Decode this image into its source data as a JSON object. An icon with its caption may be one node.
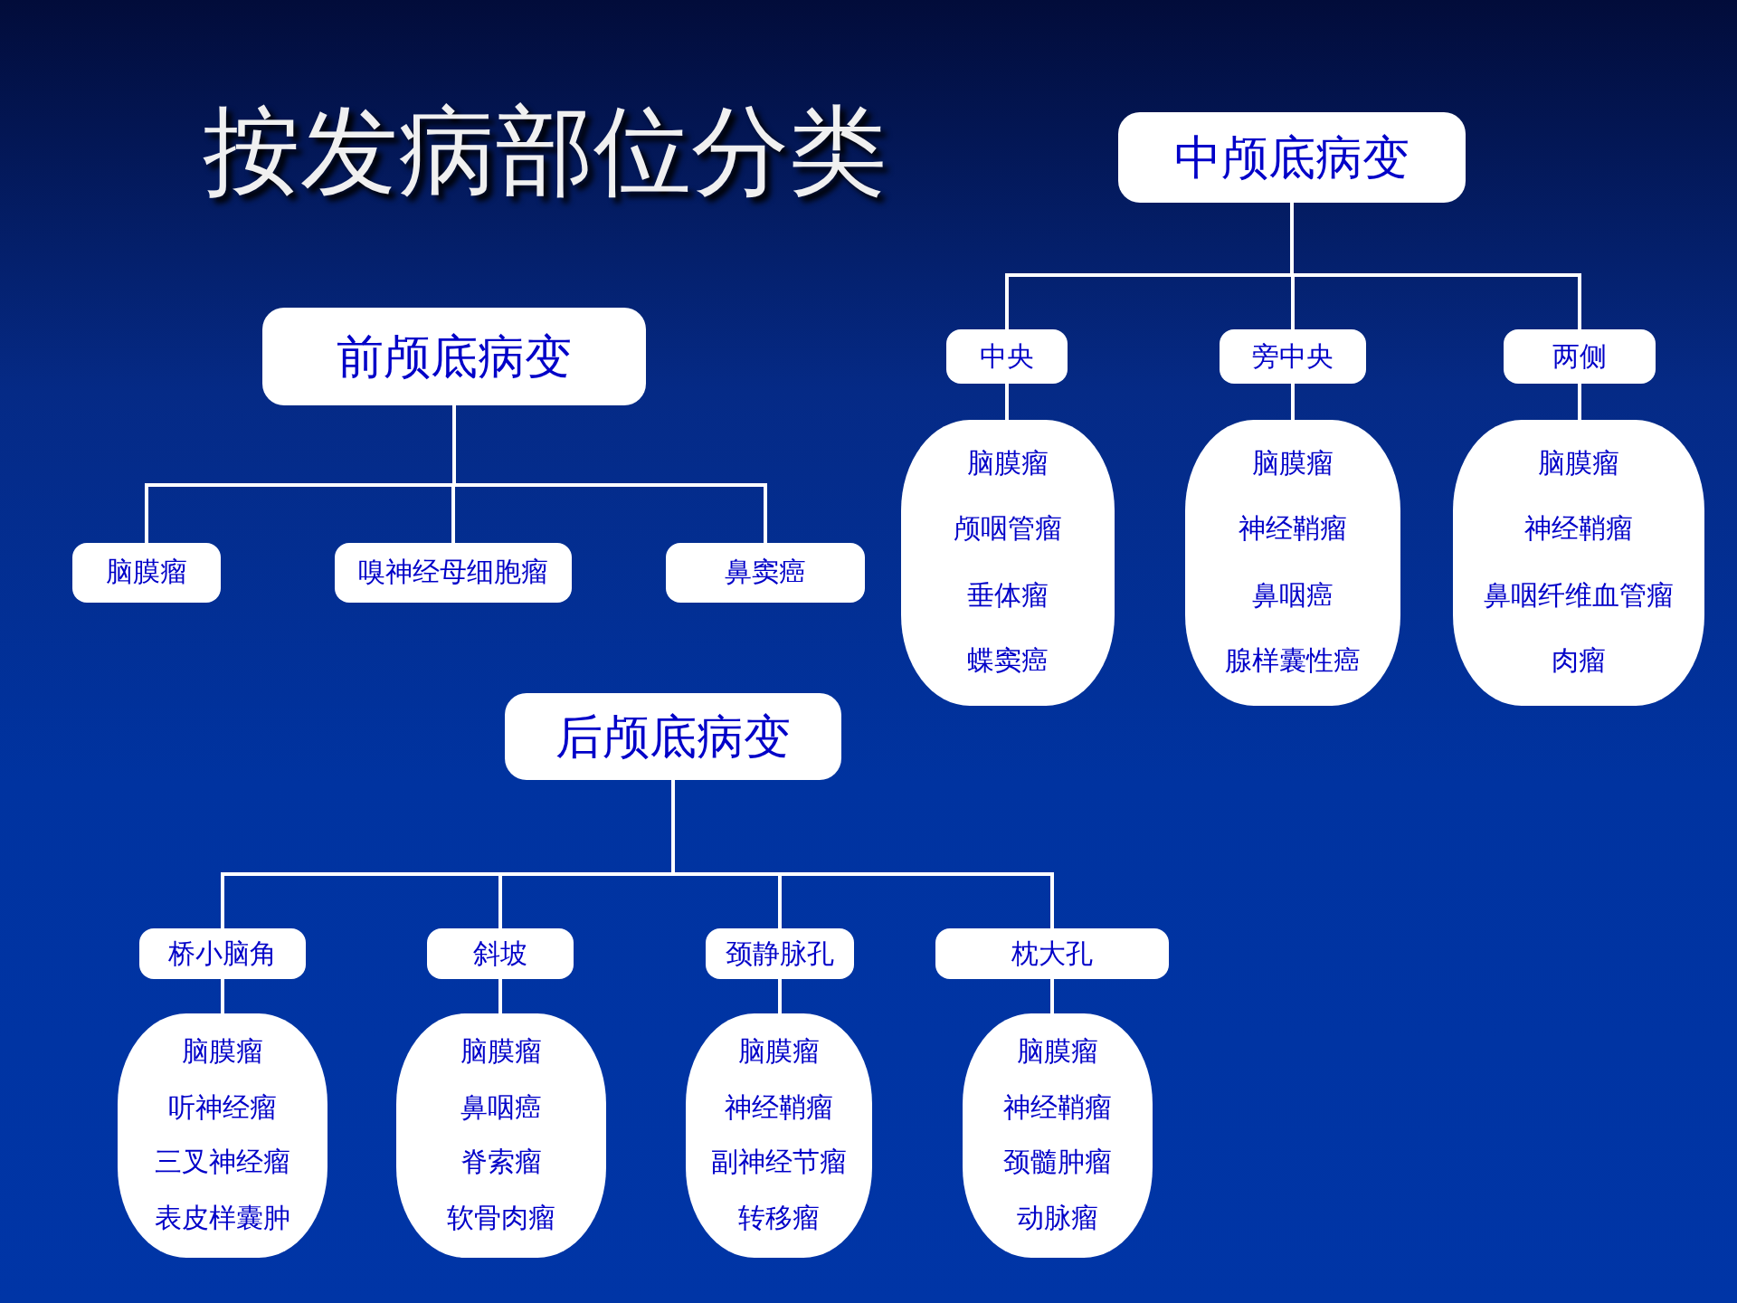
{
  "diagram": {
    "title": "按发病部位分类",
    "nodes": [
      {
        "text": [
          "前颅底病变"
        ]
      },
      {
        "text": [
          "脑膜瘤"
        ]
      },
      {
        "text": [
          "嗅神经母细胞瘤"
        ]
      },
      {
        "text": [
          "鼻窦癌"
        ]
      },
      {
        "text": [
          "中颅底病变"
        ]
      },
      {
        "text": [
          "中央"
        ]
      },
      {
        "text": [
          "旁中央"
        ]
      },
      {
        "text": [
          "两侧"
        ]
      },
      {
        "text": [
          "脑膜瘤",
          "颅咽管瘤",
          "垂体瘤",
          "蝶窦癌"
        ]
      },
      {
        "text": [
          "脑膜瘤",
          "神经鞘瘤",
          "鼻咽癌",
          "腺样囊性癌"
        ]
      },
      {
        "text": [
          "脑膜瘤",
          "神经鞘瘤",
          "鼻咽纤维血管瘤",
          "肉瘤"
        ]
      },
      {
        "text": [
          "后颅底病变"
        ]
      },
      {
        "text": [
          "桥小脑角"
        ]
      },
      {
        "text": [
          "斜坡"
        ]
      },
      {
        "text": [
          "颈静脉孔"
        ]
      },
      {
        "text": [
          "枕大孔"
        ]
      },
      {
        "text": [
          "脑膜瘤",
          "听神经瘤",
          "三叉神经瘤",
          "表皮样囊肿"
        ]
      },
      {
        "text": [
          "脑膜瘤",
          "鼻咽癌",
          "脊索瘤",
          "软骨肉瘤"
        ]
      },
      {
        "text": [
          "脑膜瘤",
          "神经鞘瘤",
          "副神经节瘤",
          "转移瘤"
        ]
      },
      {
        "text": [
          "脑膜瘤",
          "神经鞘瘤",
          "颈髓肿瘤",
          "动脉瘤"
        ]
      }
    ],
    "edges": [
      {
        "from": 0,
        "to": 1,
        "arrow": "none"
      },
      {
        "from": 0,
        "to": 2,
        "arrow": "none"
      },
      {
        "from": 0,
        "to": 3,
        "arrow": "none"
      },
      {
        "from": 4,
        "to": 5,
        "arrow": "none"
      },
      {
        "from": 4,
        "to": 6,
        "arrow": "none"
      },
      {
        "from": 4,
        "to": 7,
        "arrow": "none"
      },
      {
        "from": 5,
        "to": 8,
        "arrow": "none"
      },
      {
        "from": 6,
        "to": 9,
        "arrow": "none"
      },
      {
        "from": 7,
        "to": 10,
        "arrow": "none"
      },
      {
        "from": 11,
        "to": 12,
        "arrow": "none"
      },
      {
        "from": 11,
        "to": 13,
        "arrow": "none"
      },
      {
        "from": 11,
        "to": 14,
        "arrow": "none"
      },
      {
        "from": 11,
        "to": 15,
        "arrow": "none"
      },
      {
        "from": 12,
        "to": 16,
        "arrow": "none"
      },
      {
        "from": 13,
        "to": 17,
        "arrow": "none"
      },
      {
        "from": 14,
        "to": 18,
        "arrow": "none"
      },
      {
        "from": 15,
        "to": 19,
        "arrow": "none"
      }
    ]
  }
}
